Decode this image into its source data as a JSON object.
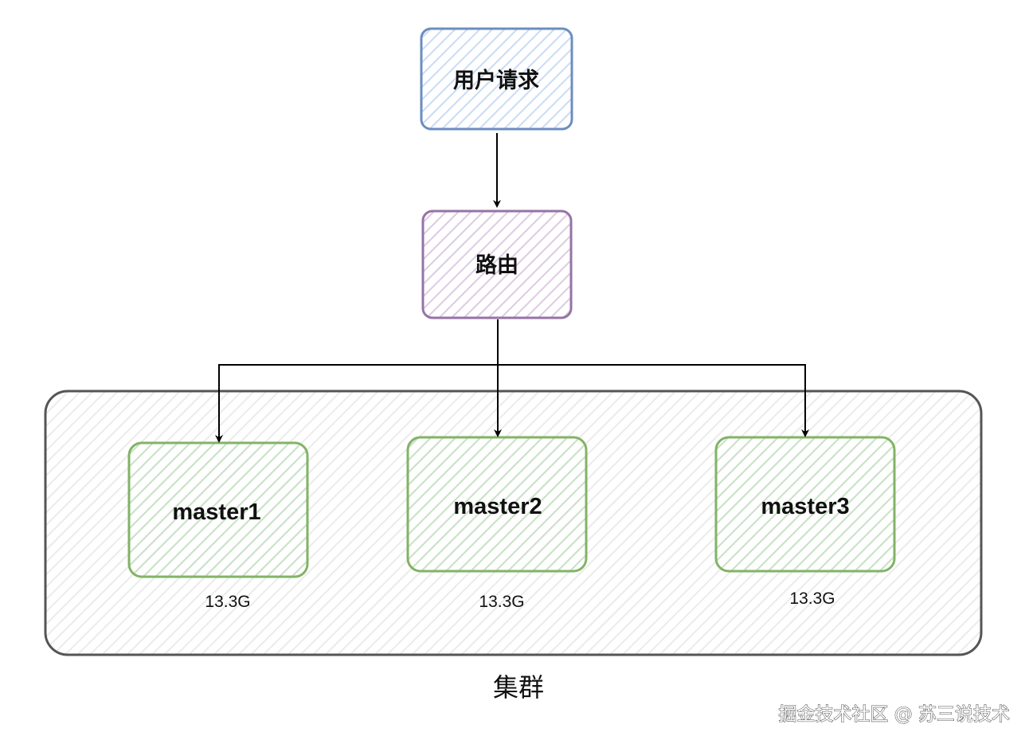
{
  "nodes": {
    "user_request": {
      "label": "用户请求"
    },
    "router": {
      "label": "路由"
    },
    "masters": [
      {
        "label": "master1",
        "size": "13.3G"
      },
      {
        "label": "master2",
        "size": "13.3G"
      },
      {
        "label": "master3",
        "size": "13.3G"
      }
    ]
  },
  "cluster": {
    "label": "集群"
  },
  "watermark": "掘金技术社区 @ 苏三说技术",
  "colors": {
    "user_request_border": "#6c8ebf",
    "user_request_hatch": "#dae8fc",
    "router_border": "#9673a6",
    "router_hatch": "#e1d5e7",
    "master_border": "#82b366",
    "master_hatch": "#d5e8d4",
    "cluster_border": "#555555",
    "cluster_hatch": "#e6e6e6",
    "arrow": "#000000"
  }
}
